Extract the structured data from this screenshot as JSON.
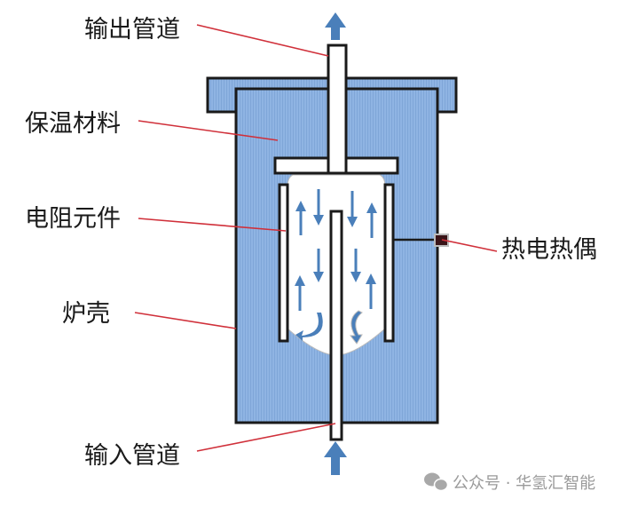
{
  "labels": {
    "outlet_pipe": "输出管道",
    "insulation": "保温材料",
    "resistance_element": "电阻元件",
    "furnace_shell": "炉壳",
    "inlet_pipe": "输入管道",
    "thermocouple": "热电热偶"
  },
  "watermark": "公众号 · 华氢汇智能",
  "colors": {
    "insulation_fill": "#8fb4e3",
    "arrow": "#4a7fba",
    "leader_line": "#d0303a",
    "outline": "#1a1a1a"
  }
}
